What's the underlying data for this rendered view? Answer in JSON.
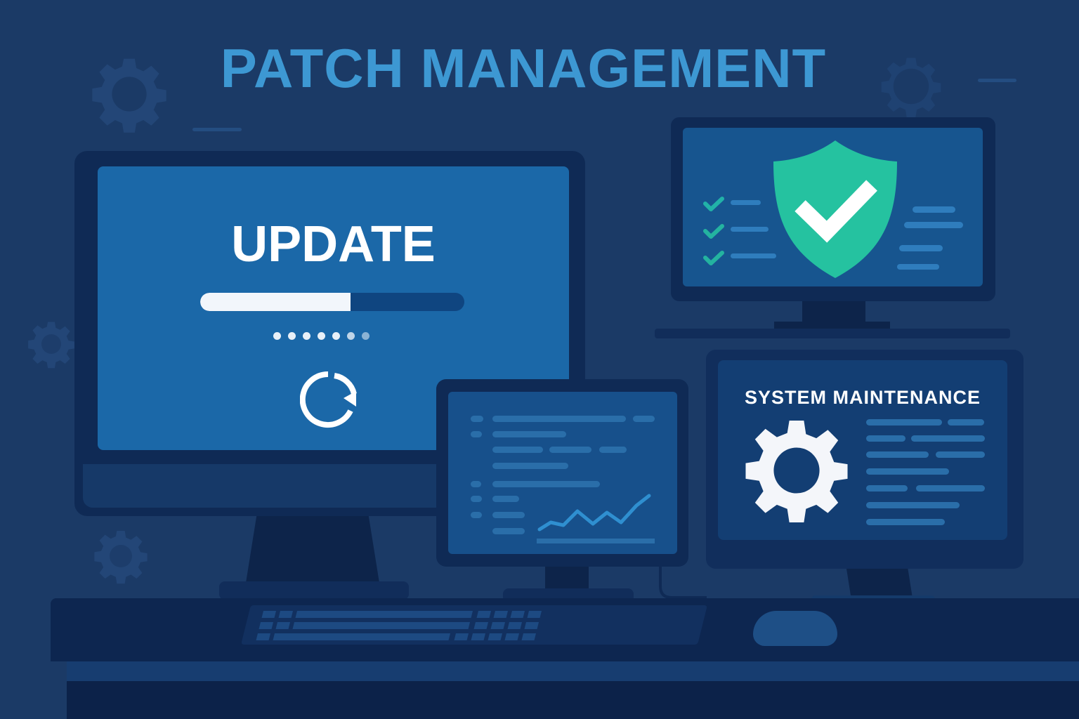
{
  "header": {
    "title": "PATCH MANAGEMENT"
  },
  "main_monitor": {
    "label": "UPDATE",
    "progress_percent": 57,
    "loading_dots": 7
  },
  "security_monitor": {
    "icon": "shield-check-icon",
    "checklist_items": 3
  },
  "chart_monitor": {
    "icon": "line-chart-icon"
  },
  "maintenance_monitor": {
    "title": "SYSTEM MAINTENANCE",
    "icon": "gear-icon"
  },
  "colors": {
    "background": "#1b3a66",
    "title": "#3d98d3",
    "screen_main": "#1b68a8",
    "shield": "#25c2a0",
    "accent_line": "#2f7dbd",
    "white": "#ffffff"
  }
}
